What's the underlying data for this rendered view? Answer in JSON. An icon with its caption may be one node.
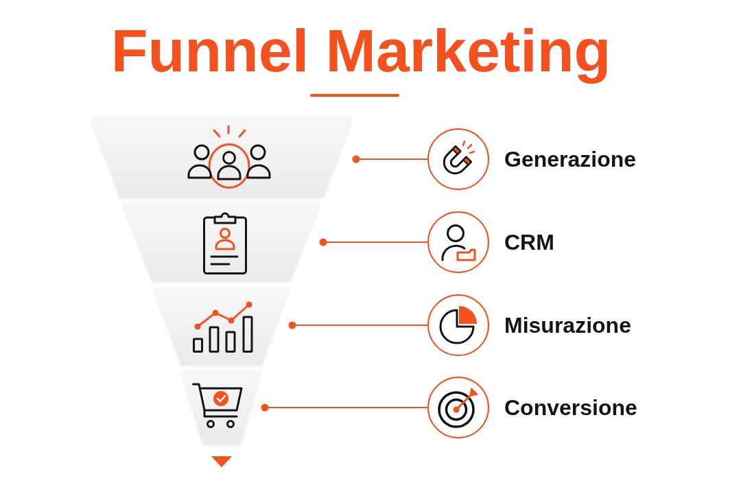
{
  "diagram": {
    "title": "Funnel Marketing",
    "nodes": [
      {
        "text": [],
        "shape": "trapezoid"
      },
      {
        "text": [],
        "shape": "trapezoid"
      },
      {
        "text": [],
        "shape": "trapezoid"
      },
      {
        "text": [],
        "shape": "trapezoid"
      },
      {
        "text": [
          "Generazione"
        ]
      },
      {
        "text": [
          "CRM"
        ]
      },
      {
        "text": [
          "Misurazione"
        ]
      },
      {
        "text": [
          "Conversione"
        ]
      }
    ],
    "edges": [
      {
        "from": 0,
        "to": 4,
        "arrow": "other"
      },
      {
        "from": 1,
        "to": 5,
        "arrow": "other"
      },
      {
        "from": 2,
        "to": 6,
        "arrow": "other"
      },
      {
        "from": 3,
        "to": 7,
        "arrow": "other"
      }
    ]
  }
}
